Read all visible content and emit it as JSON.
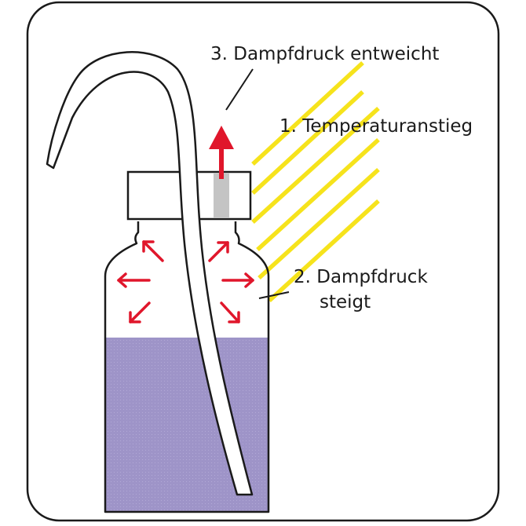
{
  "labels": {
    "step1": "1. Temperaturanstieg",
    "step2_line1": "2. Dampfdruck",
    "step2_line2": "steigt",
    "step3": "3. Dampfdruck entweicht"
  },
  "colors": {
    "frame": "#1a1a1a",
    "liquid": "#9e94c8",
    "heat_stripes": "#f6e31c",
    "pressure_arrows": "#e0162b",
    "vent": "#c4c4c4"
  },
  "icons": {
    "heat": "heat-stripes",
    "pressure": "pressure-arrows",
    "escape": "escape-arrow"
  }
}
